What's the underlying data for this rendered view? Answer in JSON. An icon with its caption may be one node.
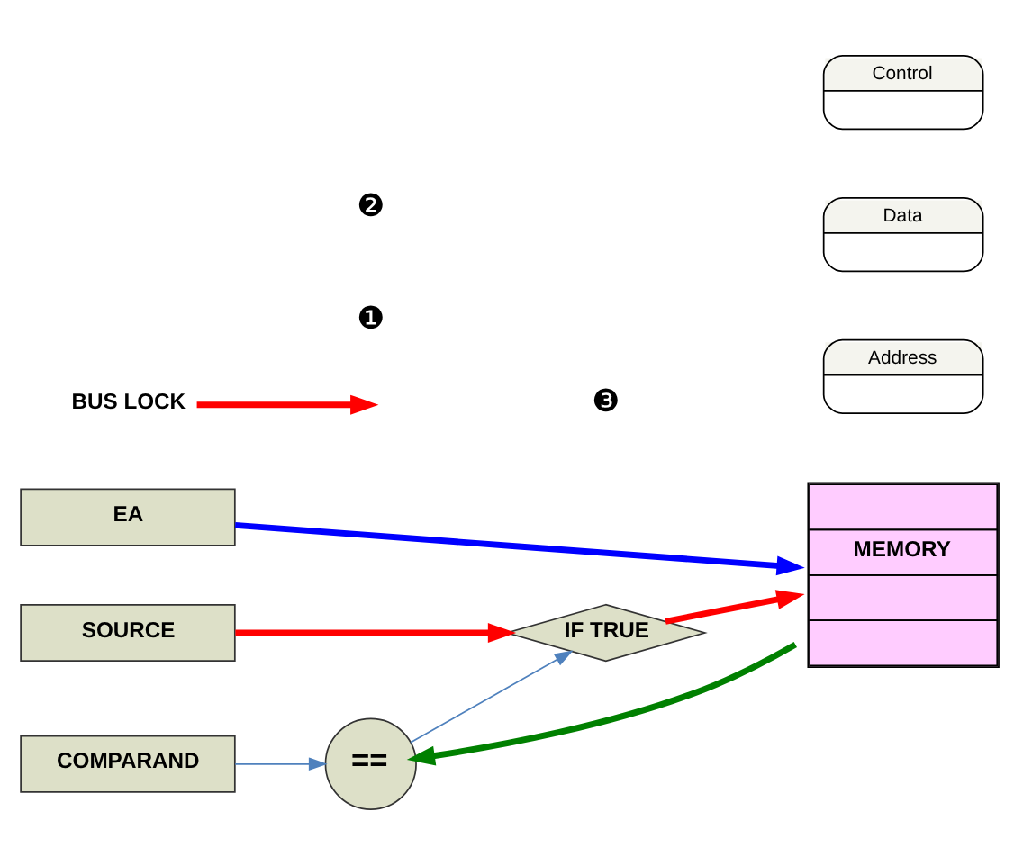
{
  "diagram": {
    "nodes": [
      {
        "text": [
          "EA"
        ]
      },
      {
        "text": [
          "Address"
        ]
      },
      {
        "text": [
          "COMPARAND"
        ]
      },
      {
        "text": [
          "=="
        ]
      },
      {
        "text": [
          "Data"
        ]
      },
      {
        "text": [
          "MEMORY"
        ]
      },
      {
        "text": [
          "IF TRUE"
        ]
      },
      {
        "text": [
          "SOURCE"
        ]
      },
      {
        "text": [
          "Control"
        ]
      },
      {
        "text": [
          "BUS LOCK"
        ]
      }
    ],
    "edges": [
      {
        "from": 0,
        "to": 5,
        "arrow": "to",
        "color": "#0000ff"
      },
      {
        "from": 2,
        "to": 3,
        "arrow": "to",
        "color": "#4f81bd"
      },
      {
        "from": 5,
        "to": 3,
        "arrow": "to",
        "color": "#008000"
      },
      {
        "from": 3,
        "to": 6,
        "arrow": "to",
        "color": "#4f81bd"
      },
      {
        "from": 7,
        "to": 6,
        "arrow": "to",
        "color": "#ff0000"
      },
      {
        "from": 6,
        "to": 5,
        "arrow": "to",
        "color": "#ff0000"
      },
      {
        "from": 9,
        "to": null,
        "arrow": "to",
        "color": "#ff0000"
      }
    ],
    "labels": [
      "❶",
      "❷",
      "❸"
    ]
  }
}
